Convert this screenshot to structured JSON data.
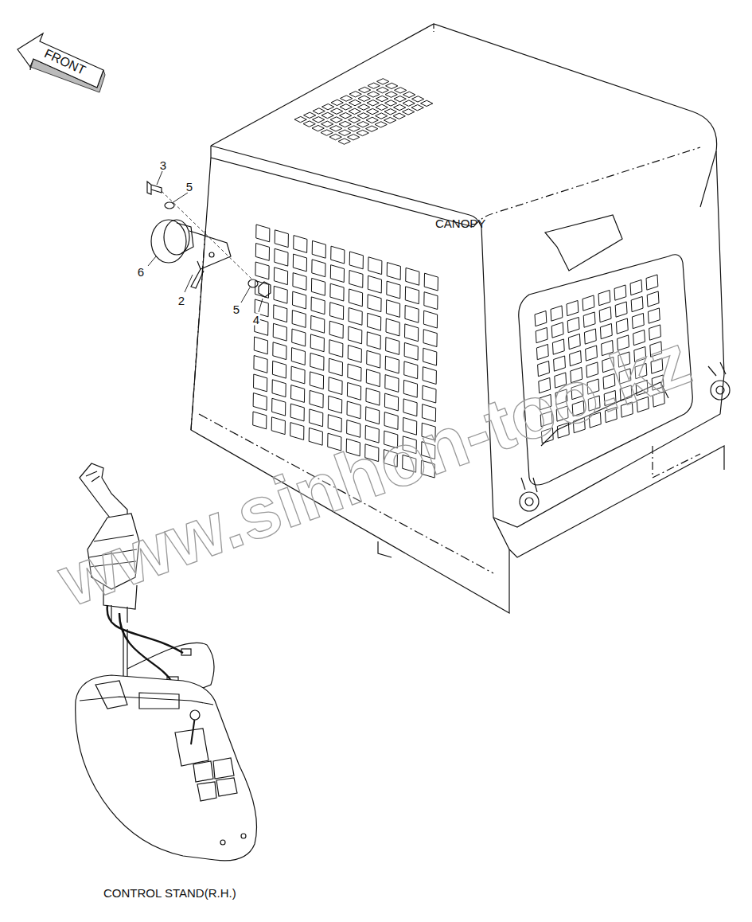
{
  "diagram": {
    "nodes": [
      {
        "text": [
          "FRONT"
        ]
      }
    ],
    "labels": [
      "3",
      "5",
      "6",
      "2",
      "5",
      "4",
      "CANOPY",
      "CONTROL STAND(R.H.)",
      "www.sinhon-too.kz"
    ]
  }
}
